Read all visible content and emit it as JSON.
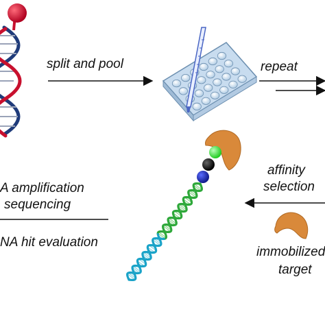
{
  "labels": {
    "split_and_pool": "split and pool",
    "repeat": "repeat",
    "affinity": "affinity",
    "selection": "selection",
    "immobilized": "immobilized",
    "target": "target",
    "amplification": "A amplification",
    "sequencing": "sequencing",
    "hit_evaluation": "NA hit evaluation"
  },
  "colors": {
    "strand_red": "#c8102e",
    "strand_navy": "#1f3b7a",
    "top_ball": "#c8102e",
    "dna_green": "#2ea83a",
    "dna_cyan": "#1aa3c8",
    "bead_green": "#33dd33",
    "bead_black": "#111111",
    "bead_blue": "#1a2bb0",
    "target_protein": "#d9893a",
    "plate": "#cfe3f3",
    "pipette": "#4a66c4"
  },
  "icons": {
    "top_dna": "double-helix-icon",
    "plate": "well-plate-icon",
    "pipette": "pipette-icon",
    "bound_dna": "dna-conjugate-icon",
    "protein": "target-protein-icon"
  }
}
